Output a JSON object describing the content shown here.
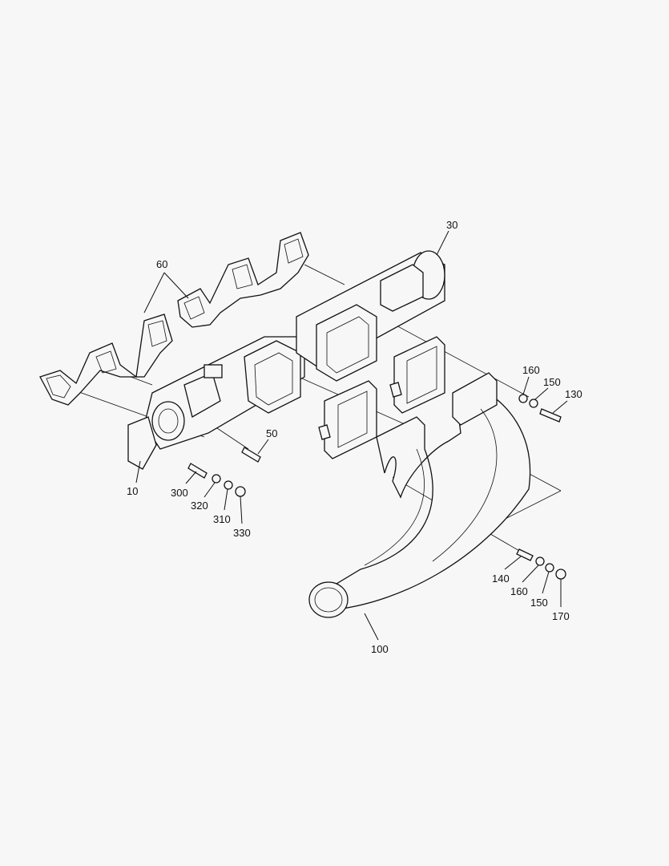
{
  "diagram": {
    "type": "exploded-parts-view",
    "callouts": {
      "c30": "30",
      "c60": "60",
      "c160a": "160",
      "c150a": "150",
      "c130": "130",
      "c50": "50",
      "c10": "10",
      "c300": "300",
      "c320": "320",
      "c310": "310",
      "c330": "330",
      "c140": "140",
      "c160b": "160",
      "c150b": "150",
      "c170": "170",
      "c100": "100"
    }
  }
}
